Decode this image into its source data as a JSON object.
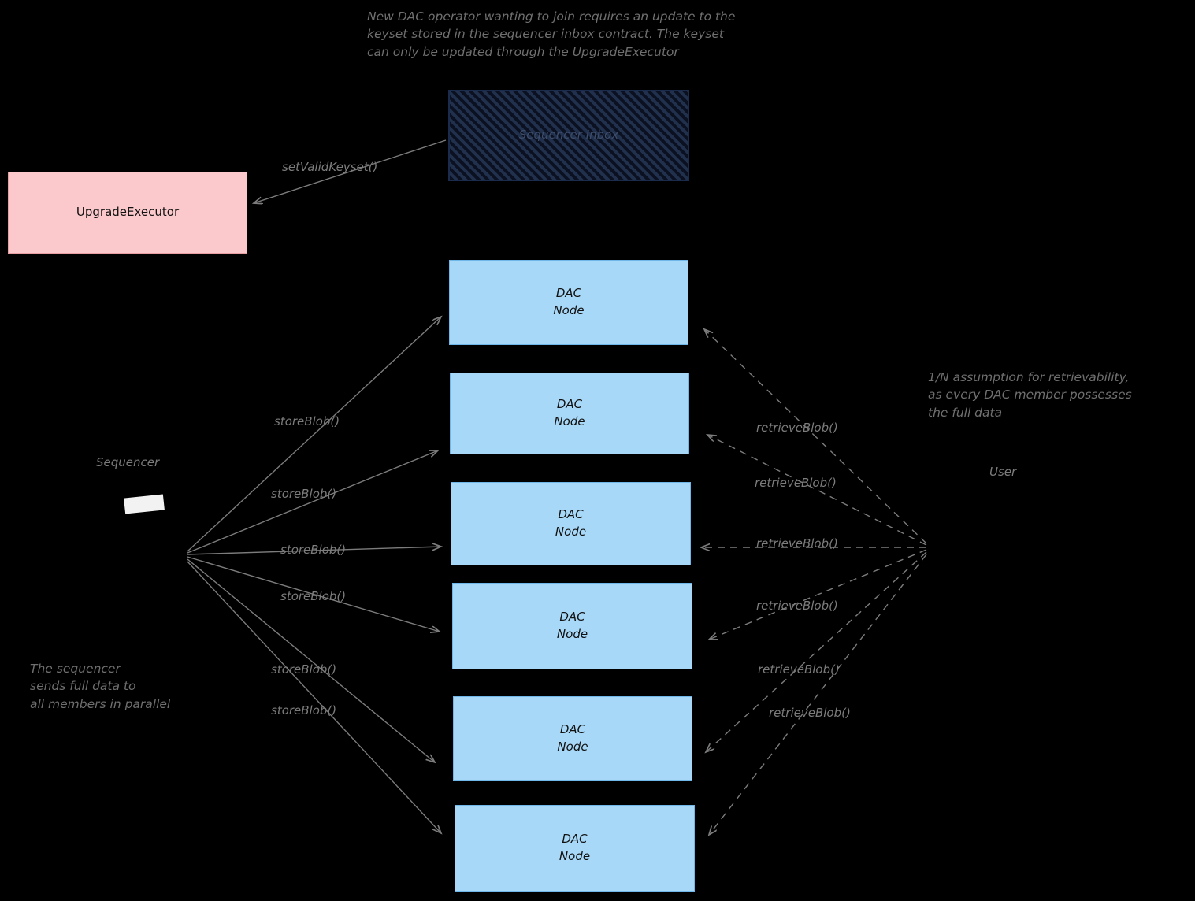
{
  "notes": {
    "top": "New DAC operator wanting to join requires an update to the\nkeyset stored in the sequencer inbox contract. The keyset\ncan only be updated through the UpgradeExecutor",
    "right": "1/N assumption for retrievability,\nas every DAC member possesses\nthe full data",
    "bottom_left": "The sequencer\nsends full data to\nall members in parallel"
  },
  "boxes": {
    "upgrade_executor": "UpgradeExecutor",
    "sequencer_inbox": "Sequencer Inbox",
    "dac_nodes": [
      {
        "line1": "DAC",
        "line2": "Node"
      },
      {
        "line1": "DAC",
        "line2": "Node"
      },
      {
        "line1": "DAC",
        "line2": "Node"
      },
      {
        "line1": "DAC",
        "line2": "Node"
      },
      {
        "line1": "DAC",
        "line2": "Node"
      },
      {
        "line1": "DAC",
        "line2": "Node"
      }
    ]
  },
  "actors": {
    "sequencer": "Sequencer",
    "user": "User"
  },
  "edge_labels": {
    "set_valid_keyset": "setValidKeyset()",
    "store_blob": [
      "storeBlob()",
      "storeBlob()",
      "storeBlob()",
      "storeBlob()",
      "storeBlob()",
      "storeBlob()"
    ],
    "retrieve_blob": [
      "retrieveBlob()",
      "retrieveBlob()",
      "retrieveBlob()",
      "retrieveBlob()",
      "retrieveBlob()",
      "retrieveBlob()"
    ]
  },
  "colors": {
    "background": "#000000",
    "dac_fill": "#a8d8f8",
    "upgrade_fill": "#fbc9cb",
    "line": "#7c7c7c",
    "text": "#7c7c7c"
  }
}
